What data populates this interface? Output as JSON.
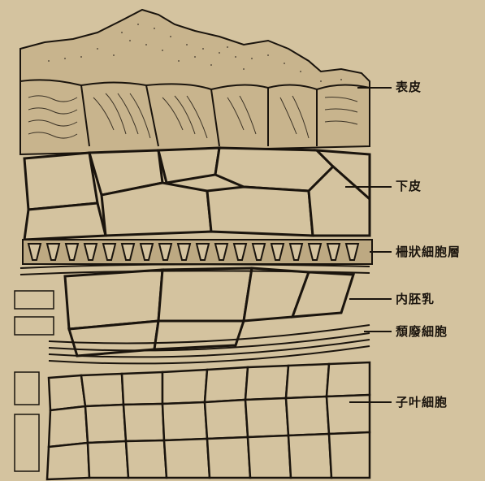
{
  "diagram": {
    "labels": {
      "epidermis": "表皮",
      "hypodermis": "下皮",
      "palisade": "柵狀細胞層",
      "endosperm": "内胚乳",
      "crushed_cells": "頹廢細胞",
      "cotyledon": "子叶細胞"
    },
    "colors": {
      "paper": "#d4c39f",
      "ink": "#1a140d"
    }
  }
}
